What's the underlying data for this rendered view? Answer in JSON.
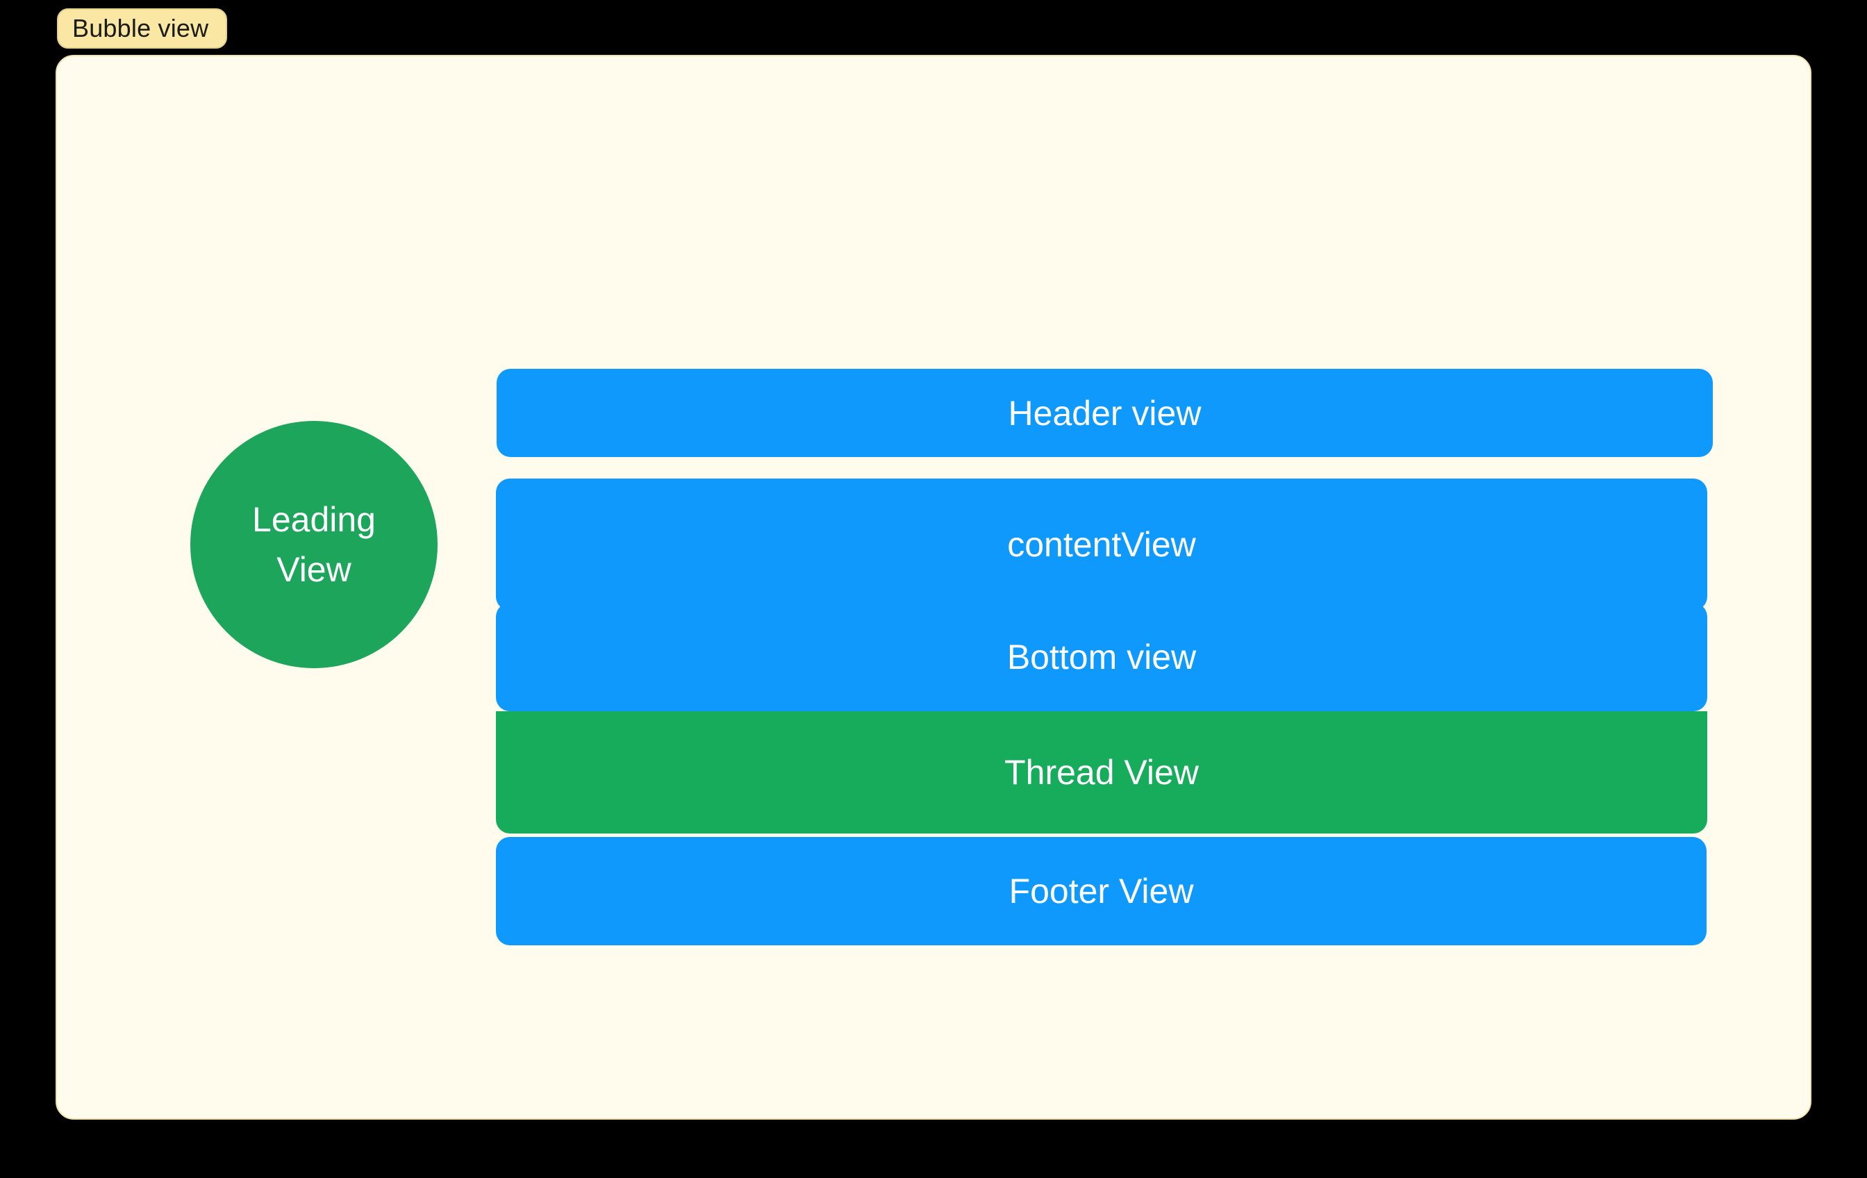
{
  "badge": {
    "label": "Bubble view",
    "bg": "#F9E7A3",
    "border": "#E5D18D",
    "text_color": "#1B1B16"
  },
  "panel": {
    "bg": "#FFFCEE",
    "border": "#F0E2AC"
  },
  "colors": {
    "background": "#000000",
    "view_blue": "#0F99FC",
    "circle_green": "#1DA55B",
    "thread_green": "#16AC5B",
    "label_white": "#FFFFFF"
  },
  "leading_view": {
    "lines": [
      "Leading",
      "View"
    ]
  },
  "views": {
    "header": {
      "label": "Header view"
    },
    "content": {
      "label": "contentView"
    },
    "bottom": {
      "label": "Bottom view"
    },
    "thread": {
      "label": "Thread View"
    },
    "footer": {
      "label": "Footer View"
    }
  }
}
